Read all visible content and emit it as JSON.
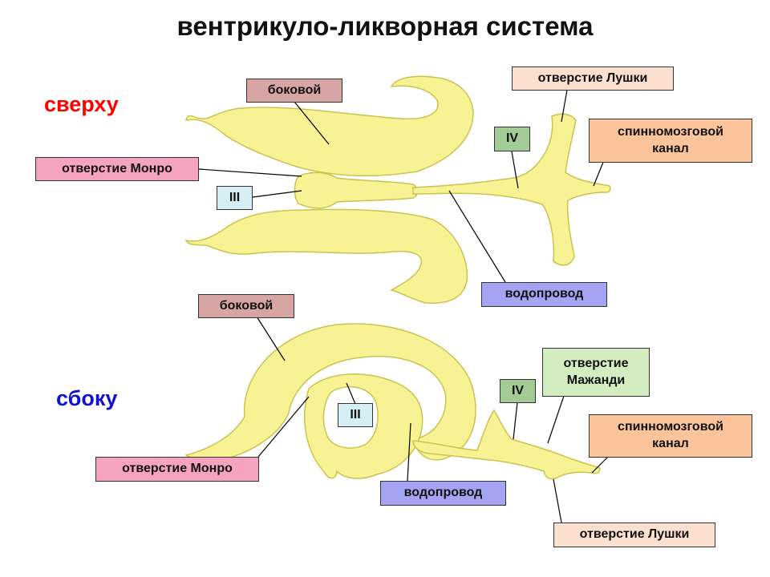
{
  "title": "вентрикуло-ликворная система",
  "colors": {
    "brain": "#f7f294",
    "brain_stroke": "#c9c44f",
    "lateral": "#d8a5a5",
    "monro": "#f5a3bf",
    "third": "#d6eef5",
    "fourth": "#a2cb96",
    "luschka": "#fbe0cf",
    "spinal": "#fbc49a",
    "aqueduct": "#a4a4f2",
    "magendie": "#d3edc1",
    "top_label": "#ff0000",
    "side_label": "#1010d0"
  },
  "top_view": {
    "label": "сверху",
    "lateral": "боковой",
    "monro": "отверстие Монро",
    "third": "III",
    "fourth": "IV",
    "luschka": "отверстие Лушки",
    "spinal_line1": "спинномозговой",
    "spinal_line2": "канал",
    "aqueduct": "водопровод"
  },
  "side_view": {
    "label": "сбоку",
    "lateral": "боковой",
    "monro": "отверстие Монро",
    "third": "III",
    "fourth": "IV",
    "magendie_line1": "отверстие",
    "magendie_line2": "Мажанди",
    "spinal_line1": "спинномозговой",
    "spinal_line2": "канал",
    "aqueduct": "водопровод",
    "luschka": "отверстие Лушки"
  }
}
